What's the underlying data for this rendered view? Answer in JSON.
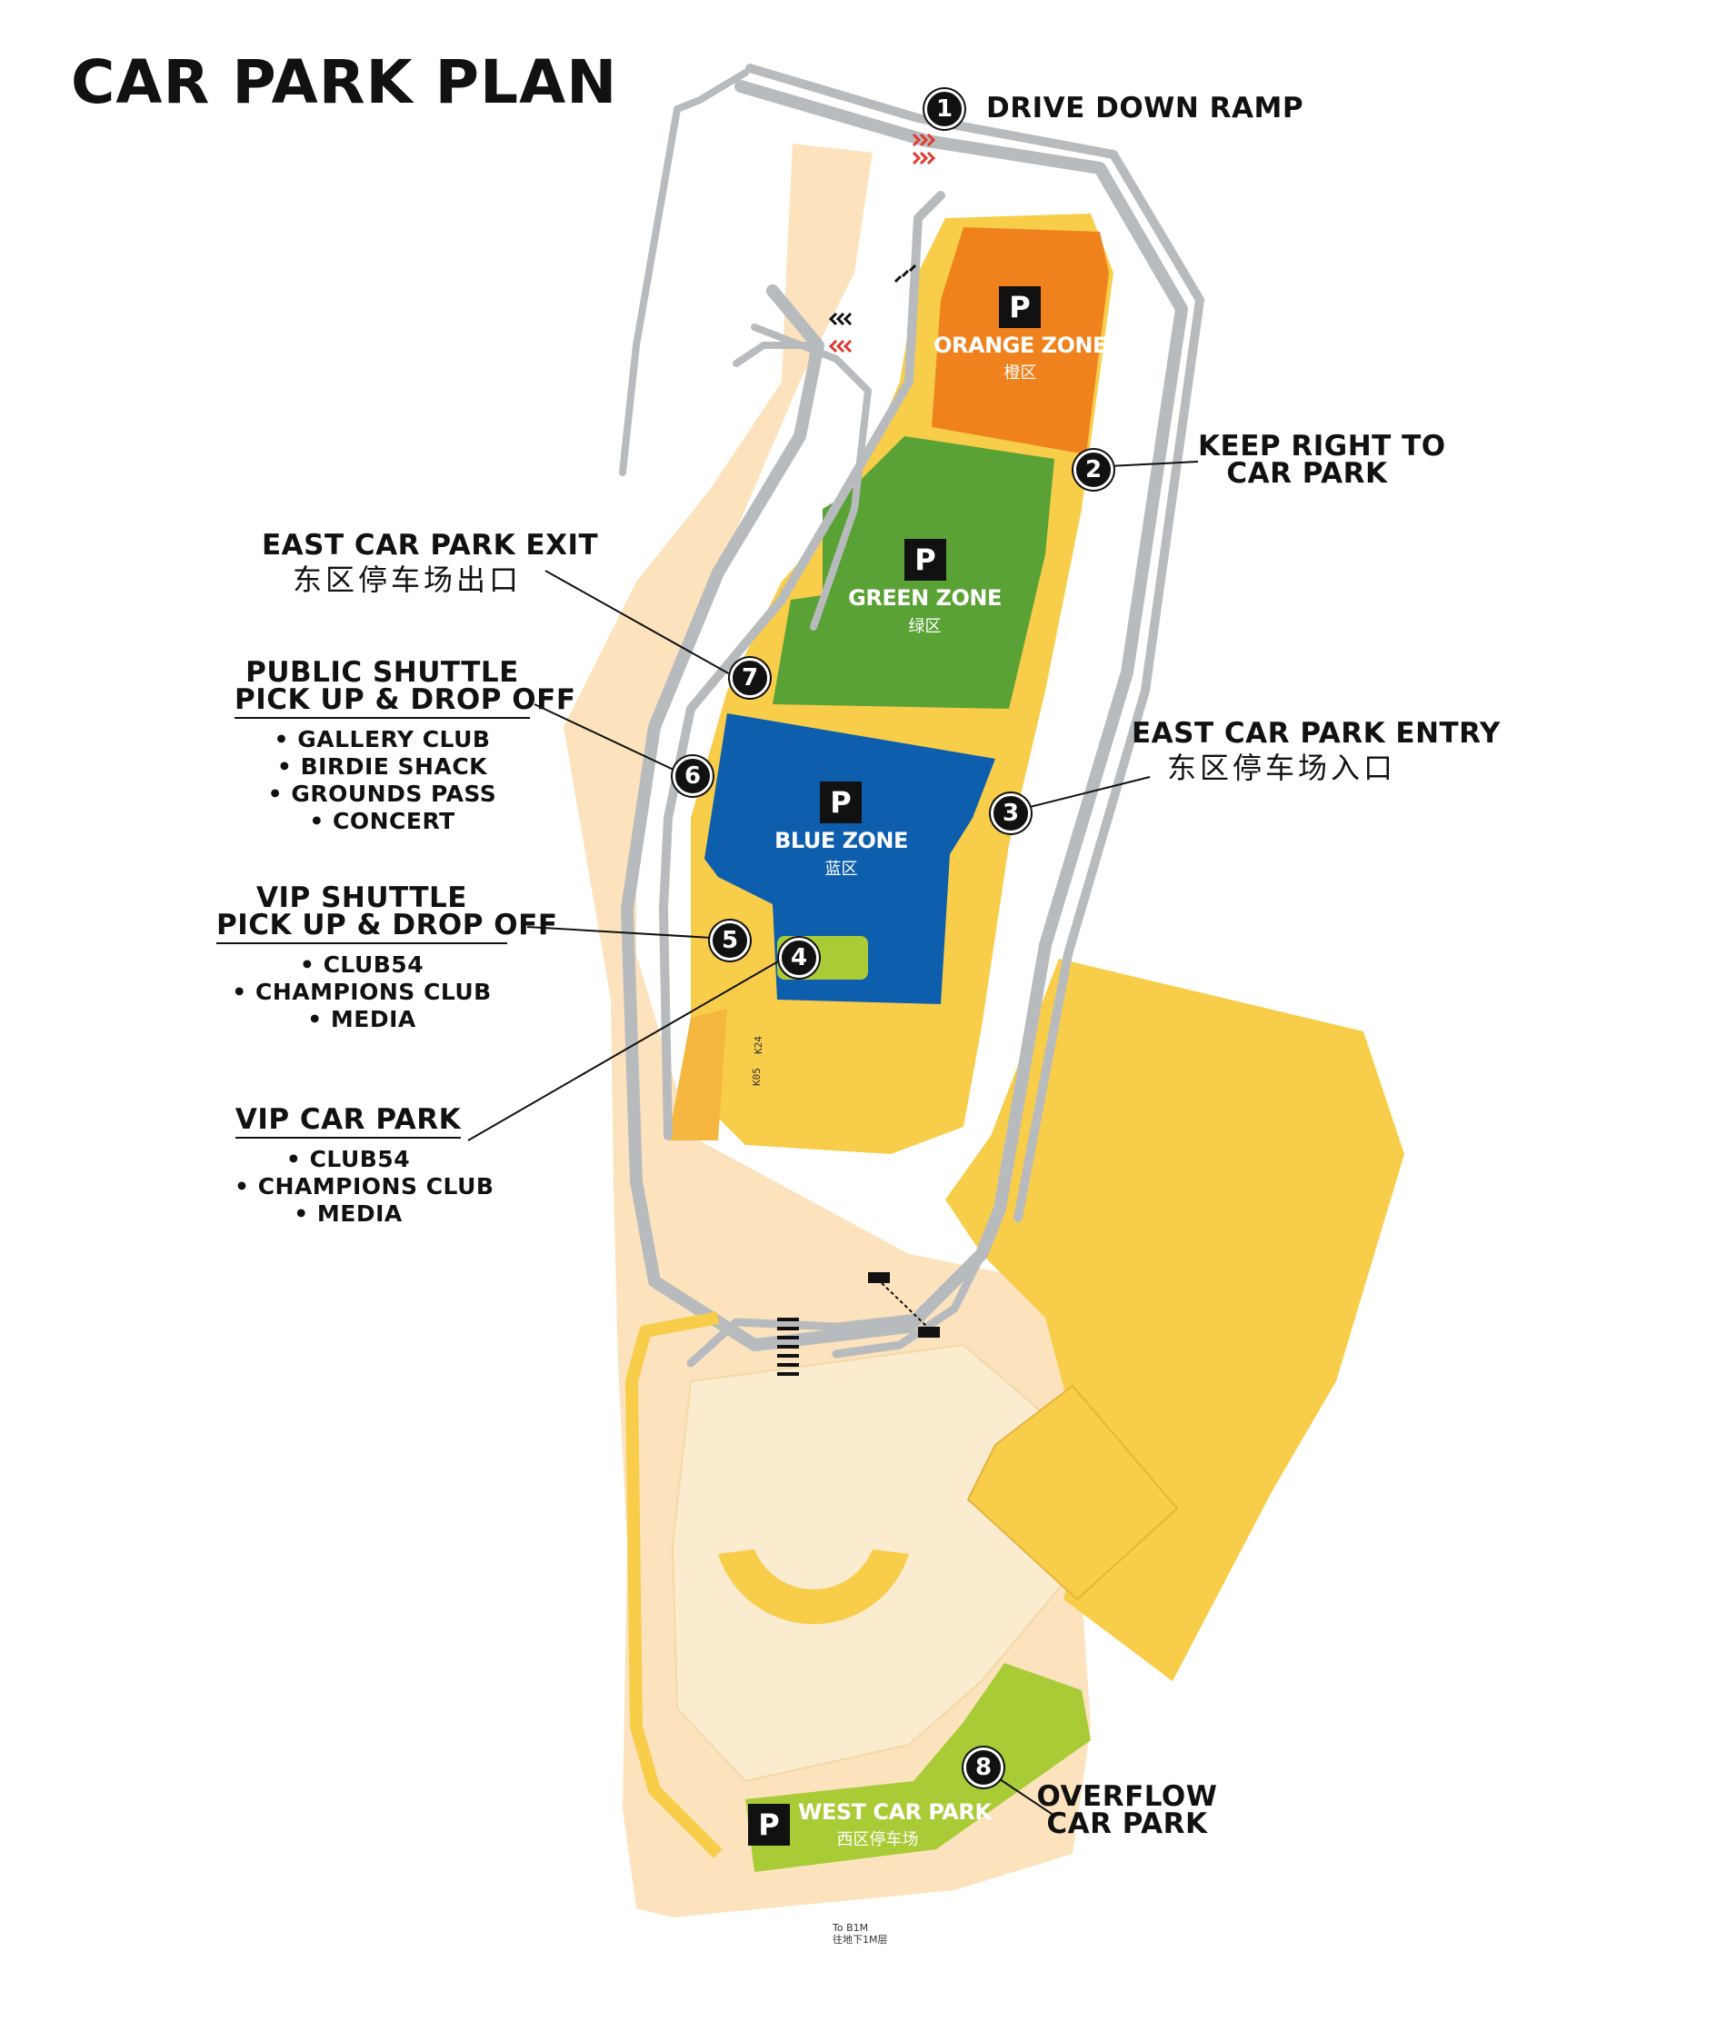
{
  "title": "CAR PARK PLAN",
  "labels": {
    "drive_down_ramp": "DRIVE DOWN RAMP",
    "keep_right_line1": "KEEP RIGHT TO",
    "keep_right_line2": "CAR PARK",
    "east_exit": "EAST CAR PARK EXIT",
    "east_exit_cn": "东区停车场出口",
    "east_entry": "EAST CAR PARK ENTRY",
    "east_entry_cn": "东区停车场入口",
    "public_shuttle_line1": "PUBLIC SHUTTLE",
    "public_shuttle_line2": "PICK UP & DROP OFF",
    "public_shuttle_items": [
      "GALLERY CLUB",
      "BIRDIE SHACK",
      "GROUNDS PASS",
      "CONCERT"
    ],
    "vip_shuttle_line1": "VIP SHUTTLE",
    "vip_shuttle_line2": "PICK UP & DROP OFF",
    "vip_shuttle_items": [
      "CLUB54",
      "CHAMPIONS CLUB",
      "MEDIA"
    ],
    "vip_car_park": "VIP CAR PARK",
    "vip_car_park_items": [
      "CLUB54",
      "CHAMPIONS CLUB",
      "MEDIA"
    ],
    "overflow_line1": "OVERFLOW",
    "overflow_line2": "CAR PARK",
    "to_b1m": "To B1M",
    "to_b1m_cn": "往地下1M层",
    "stall_k05": "K05",
    "stall_k24": "K24"
  },
  "zones": {
    "orange": {
      "name": "ORANGE ZONE",
      "cn": "橙区",
      "color": "#F0821E"
    },
    "green": {
      "name": "GREEN ZONE",
      "cn": "绿区",
      "color": "#5BA236"
    },
    "blue": {
      "name": "BLUE ZONE",
      "cn": "蓝区",
      "color": "#0E5EAE"
    },
    "west": {
      "name": "WEST CAR PARK",
      "cn": "西区停车场",
      "color": "#A8CB36"
    }
  },
  "parking_symbol": "P",
  "markers": [
    "1",
    "2",
    "3",
    "4",
    "5",
    "6",
    "7",
    "8"
  ],
  "colors": {
    "background_area": "#FCE3BE",
    "yellow_area": "#F8CD4A",
    "road": "#B8BBBE",
    "accent_red": "#E03A2E",
    "marker": "#111111"
  }
}
